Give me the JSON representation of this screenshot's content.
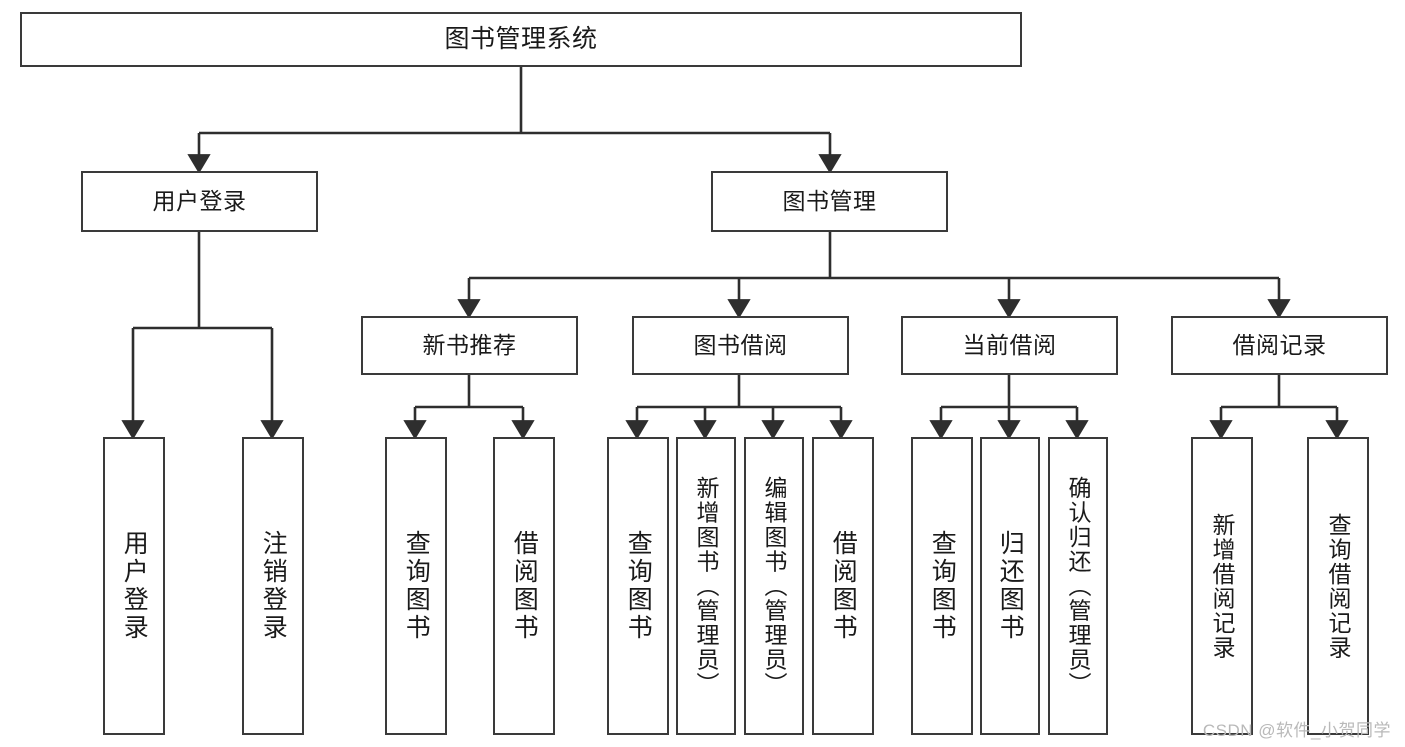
{
  "diagram": {
    "title": "图书管理系统",
    "type": "hierarchy-tree",
    "levels": 4,
    "root": {
      "label": "图书管理系统"
    },
    "level2": [
      {
        "label": "用户登录"
      },
      {
        "label": "图书管理"
      }
    ],
    "level3": [
      {
        "label": "新书推荐"
      },
      {
        "label": "图书借阅"
      },
      {
        "label": "当前借阅"
      },
      {
        "label": "借阅记录"
      }
    ],
    "leaves_user_login": [
      {
        "label": "用户登录"
      },
      {
        "label": "注销登录"
      }
    ],
    "leaves_new_book": [
      {
        "label": "查询图书"
      },
      {
        "label": "借阅图书"
      }
    ],
    "leaves_borrow": [
      {
        "label": "查询图书"
      },
      {
        "label": "新增图书（管理员）"
      },
      {
        "label": "编辑图书（管理员）"
      },
      {
        "label": "借阅图书"
      }
    ],
    "leaves_current": [
      {
        "label": "查询图书"
      },
      {
        "label": "归还图书"
      },
      {
        "label": "确认归还（管理员）"
      }
    ],
    "leaves_records": [
      {
        "label": "新增借阅记录"
      },
      {
        "label": "查询借阅记录"
      }
    ]
  },
  "watermark": {
    "text": "CSDN @软件_小贺同学"
  },
  "colors": {
    "stroke": "#3a3a3a",
    "background": "#ffffff",
    "text": "#1a1a1a",
    "watermark": "#b9b9b9"
  }
}
